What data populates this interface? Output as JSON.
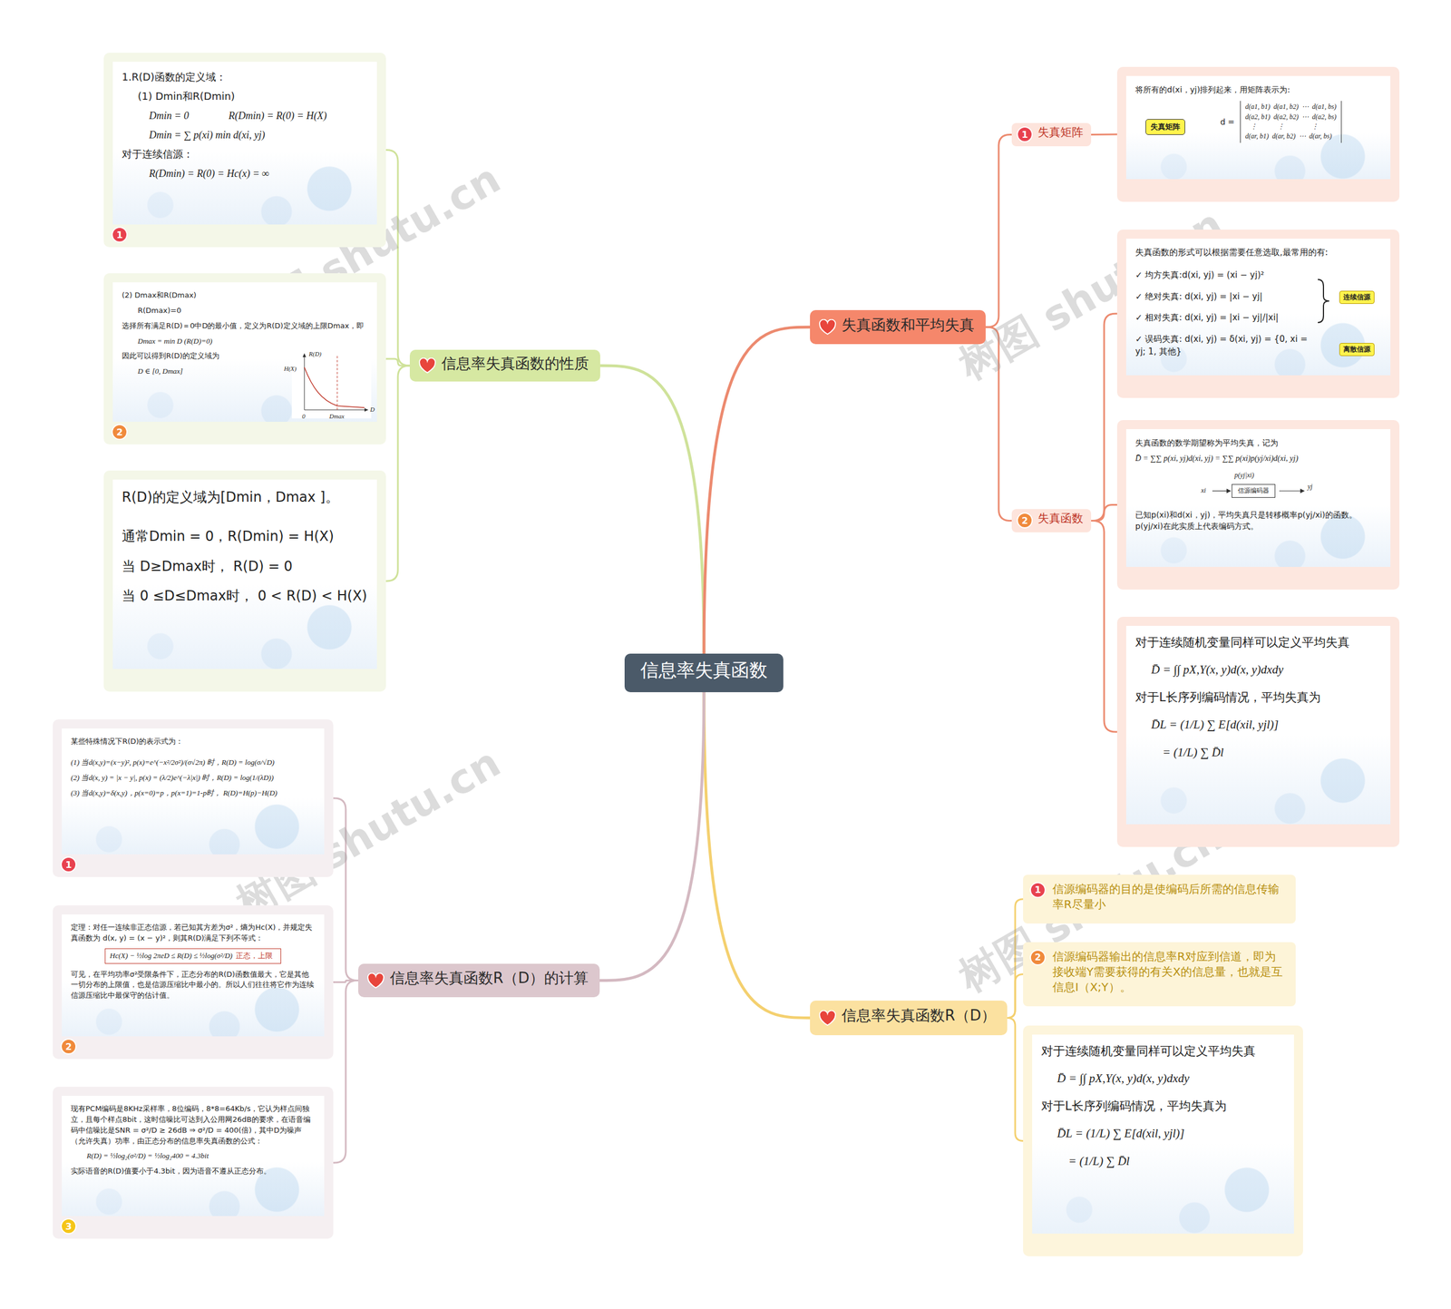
{
  "diagram": {
    "nodes": [
      {
        "text": [
          "信息率失真函数"
        ]
      },
      {
        "text": [
          "信息率失真函数的性质"
        ]
      },
      {
        "text": [
          "1.R(D)函数的定义域：",
          "(1)  Dmin和R(Dmin)",
          "Dmin = 0",
          "R(Dmin) = R(0) = H(X)",
          "Dmin = ∑ p(xi) min d(xi, yj)",
          "对于连续信源：",
          "R(Dmin) = R(0) = Hc(x) = ∞"
        ]
      },
      {
        "text": [
          "(2)  Dmax和R(Dmax)",
          "R(Dmax)=0",
          "选择所有满足R(D)＝0中D的最小值，定义为R(D)定义域的上限Dmax，即",
          "Dmax = min D  (R(D)=0)",
          "因此可以得到R(D)的定义域为",
          "D ∈ [0, Dmax]"
        ]
      },
      {
        "text": [
          "R(D)的定义域为[Dmin，Dmax ]。",
          "通常Dmin = 0，R(Dmin) = H(X)",
          "当 D≥Dmax时， R(D) = 0",
          "当 0 ≤D≤Dmax时， 0 < R(D)  < H(X)"
        ]
      },
      {
        "text": [
          "失真函数和平均失真"
        ]
      },
      {
        "text": [
          "失真矩阵"
        ]
      },
      {
        "text": [
          "将所有的d(xi，yj)排列起来，用矩阵表示为:",
          "d =",
          "d(a1, b1)  d(a1, b2)  ⋯  d(a1, bs)",
          "d(a2, b1)  d(a2, b2)  ⋯  d(a2, bs)",
          "   ⋮            ⋮                ⋮",
          "d(ar, b1)  d(ar, b2)  ⋯  d(ar, bs)"
        ]
      },
      {
        "text": [
          "失真函数"
        ]
      },
      {
        "text": [
          "失真函数的形式可以根据需要任意选取,最常用的有:",
          "✓ 均方失真:d(xi, yj) = (xi − yj)²",
          "✓ 绝对失真: d(xi, yj) = |xi − yj|",
          "✓ 相对失真: d(xi, yj) = |xi − yj|/|xi|",
          "✓ 误码失真: d(xi, yj) = δ(xi, yj) = {0, xi = yj; 1, 其他}"
        ]
      },
      {
        "text": [
          "失真函数的数学期望称为平均失真，记为",
          "D̄ = ∑∑ p(xi, yj)d(xi, yj) = ∑∑ p(xi)p(yj/xi)d(xi, yj)",
          "已知p(xi)和d(xi，yj)，平均失真只是转移概率p(yj/xi)的函数。p(yj/xi)在此实质上代表编码方式。"
        ]
      },
      {
        "text": [
          "信源编码器"
        ],
        "in": 10
      },
      {
        "text": [
          "对于连续随机变量同样可以定义平均失真",
          "D̄ = ∫∫ pX,Y(x, y)d(x, y)dxdy",
          "对于L长序列编码情况，平均失真为",
          "D̄L = (1/L) ∑ E[d(xil, yjl)]",
          "= (1/L) ∑ D̄l"
        ]
      },
      {
        "text": [
          "信息率失真函数R（D）"
        ]
      },
      {
        "text": [
          "信源编码器的目的是使编码后所需的信息传输率R尽量小"
        ]
      },
      {
        "text": [
          "信源编码器输出的信息率R对应到信道，即为接收端Y需要获得的有关X的信息量，也就是互信息I（X;Y）。"
        ]
      },
      {
        "text": [
          "对于连续随机变量同样可以定义平均失真",
          "D̄ = ∫∫ pX,Y(x, y)d(x, y)dxdy",
          "对于L长序列编码情况，平均失真为",
          "D̄L = (1/L) ∑ E[d(xil, yjl)]",
          "= (1/L) ∑ D̄l"
        ]
      },
      {
        "text": [
          "信息率失真函数R（D）的计算"
        ]
      },
      {
        "text": [
          "某些特殊情况下R(D)的表示式为：",
          "(1) 当d(x,y)=(x−y)², p(x)=e^(−x²/2σ²)/(σ√2π) 时，R(D) = log(σ/√D)",
          "(2) 当d(x, y) = |x − y|, p(x) = (λ/2)e^(−λ|x|) 时，R(D) = log(1/(λD))",
          "(3) 当d(x,y)=δ(x,y)，p(x=0)=p，p(x=1)=1-p时， R(D)=H(p)−H(D)"
        ]
      },
      {
        "text": [
          "定理：对任一连续非正态信源，若已知其方差为σ²，熵为Hc(X)，并规定失真函数为 d(x, y) = (x − y)²，则其R(D)满足下列不等式：",
          "可见，在平均功率σ²受限条件下，正态分布的R(D)函数值最大，它是其他一切分布的上限值，也是信源压缩比中最小的。所以人们往往将它作为连续信源压缩比中最保守的估计值。"
        ]
      },
      {
        "text": [
          "Hc(X) − ½log 2πeD ≤ R(D) ≤ ½log(σ²/D)",
          "正态，上限"
        ],
        "in": 19
      },
      {
        "text": [
          "现有PCM编码是8KHz采样率，8位编码，8*8=64Kb/s，它认为样点间独立，且每个样点8bit，这时信噪比可达到入公用网26dB的要求，在语音编码中信噪比是SNR = σ²/D ≥ 26dB ⇒ σ²/D = 400(倍)，其中D为噪声（允许失真）功率，由正态分布的信息率失真函数的公式：",
          "R(D) = ½log₂(σ²/D) = ½log₂400 = 4.3bit",
          "实际语音的R(D)值要小于4.3bit，因为语音不遵从正态分布。"
        ]
      }
    ],
    "edges": [
      {
        "from": 0,
        "to": 1,
        "arrow": "none"
      },
      {
        "from": 1,
        "to": 2,
        "arrow": "none"
      },
      {
        "from": 1,
        "to": 3,
        "arrow": "none"
      },
      {
        "from": 1,
        "to": 4,
        "arrow": "none"
      },
      {
        "from": 0,
        "to": 5,
        "arrow": "none"
      },
      {
        "from": 5,
        "to": 6,
        "arrow": "none"
      },
      {
        "from": 6,
        "to": 7,
        "arrow": "none"
      },
      {
        "from": 5,
        "to": 8,
        "arrow": "none"
      },
      {
        "from": 8,
        "to": 9,
        "arrow": "none"
      },
      {
        "from": 8,
        "to": 10,
        "arrow": "none"
      },
      {
        "from": 8,
        "to": 12,
        "arrow": "none"
      },
      {
        "from": 0,
        "to": 13,
        "arrow": "none"
      },
      {
        "from": 13,
        "to": 14,
        "arrow": "none"
      },
      {
        "from": 13,
        "to": 15,
        "arrow": "none"
      },
      {
        "from": 13,
        "to": 16,
        "arrow": "none"
      },
      {
        "from": 0,
        "to": 17,
        "arrow": "none"
      },
      {
        "from": 17,
        "to": 18,
        "arrow": "none"
      },
      {
        "from": 17,
        "to": 19,
        "arrow": "none"
      },
      {
        "from": 17,
        "to": 21,
        "arrow": "none"
      }
    ],
    "labels": [
      "1",
      "2",
      "R(D)",
      "H(X)",
      "0",
      "Dmax",
      "D",
      "1",
      "2",
      "失真矩阵",
      "连续信源",
      "离散信源",
      "p(yj|xi)",
      "xi",
      "yj",
      "1",
      "2",
      "1",
      "2",
      "3",
      "树图 shutu.cn",
      "树图 shutu.cn",
      "树图 shutu.cn",
      "树图 shutu.cn"
    ]
  }
}
